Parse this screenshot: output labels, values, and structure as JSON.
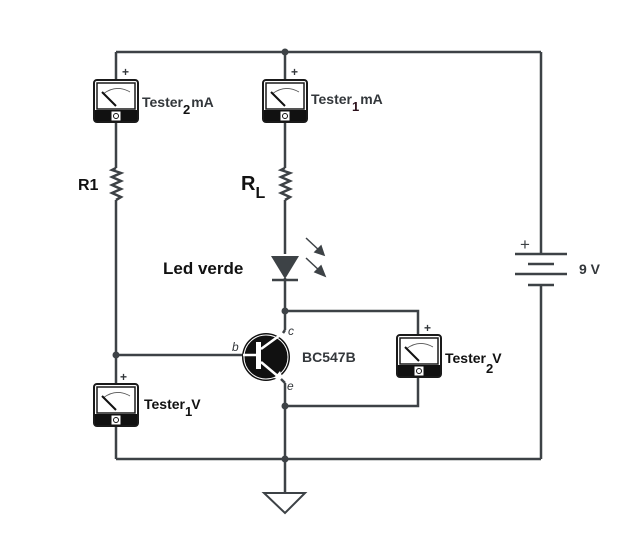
{
  "diagram": {
    "type": "electronic-schematic",
    "components": {
      "tester_ma_2": {
        "label": "Tester",
        "subscript": "2",
        "unit": "mA",
        "polarity": "+"
      },
      "tester_ma_1": {
        "label": "Tester",
        "subscript": "1",
        "unit": "mA",
        "polarity": "+"
      },
      "tester_v_1": {
        "label": "Tester",
        "subscript": "1",
        "unit": "V",
        "polarity": "+"
      },
      "tester_v_2": {
        "label": "Tester",
        "subscript": "2",
        "unit": "V",
        "polarity": "+"
      },
      "r1": {
        "label": "R1"
      },
      "rl": {
        "label": "R",
        "subscript": "L"
      },
      "led": {
        "label": "Led verde"
      },
      "transistor": {
        "label": "BC547B",
        "pin_base": "b",
        "pin_collector": "c",
        "pin_emitter": "e"
      },
      "battery": {
        "label": "9 V",
        "polarity": "+"
      },
      "ground": {
        "label": ""
      }
    },
    "colors": {
      "wire": "#3d4246",
      "text": "#33373b"
    }
  }
}
